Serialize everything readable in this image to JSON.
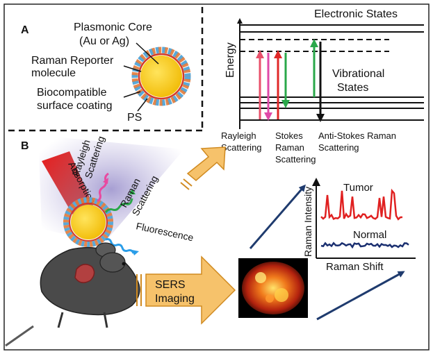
{
  "panelA": {
    "label": "A",
    "core_line1": "Plasmonic Core",
    "core_line2": "(Au or Ag)",
    "reporter_line1": "Raman Reporter",
    "reporter_line2": "molecule",
    "coating_line1": "Biocompatible",
    "coating_line2": "surface coating",
    "ps": "PS"
  },
  "energy": {
    "electronic_states": "Electronic States",
    "energy_axis": "Energy",
    "vibrational_line1": "Vibrational",
    "vibrational_line2": "States",
    "rayleigh_line1": "Rayleigh",
    "rayleigh_line2": "Scattering",
    "stokes_line1": "Stokes",
    "stokes_line2": "Raman",
    "stokes_line3": "Scattering",
    "antistokes_line1": "Anti-Stokes Raman",
    "antistokes_line2": "Scattering"
  },
  "panelB": {
    "label": "B",
    "rayleigh_line1": "Rayleigh",
    "rayleigh_line2": "Scattering",
    "absorption": "Absorption",
    "raman_line1": "Raman",
    "raman_line2": "Scattering",
    "fluorescence": "Fluorescence",
    "sers_line1": "SERS",
    "sers_line2": "Imaging"
  },
  "spectrum": {
    "y_axis": "Raman Intensity",
    "x_axis": "Raman Shift",
    "tumor": "Tumor",
    "normal": "Normal"
  },
  "colors": {
    "gold": "#f5c400",
    "coating": "#5aa8d8",
    "reporter": "#d23a2a",
    "arrow_fill": "#f6c26b",
    "navy": "#1f3b6e",
    "tumor_line": "#e02020",
    "normal_line": "#1a2f70"
  }
}
